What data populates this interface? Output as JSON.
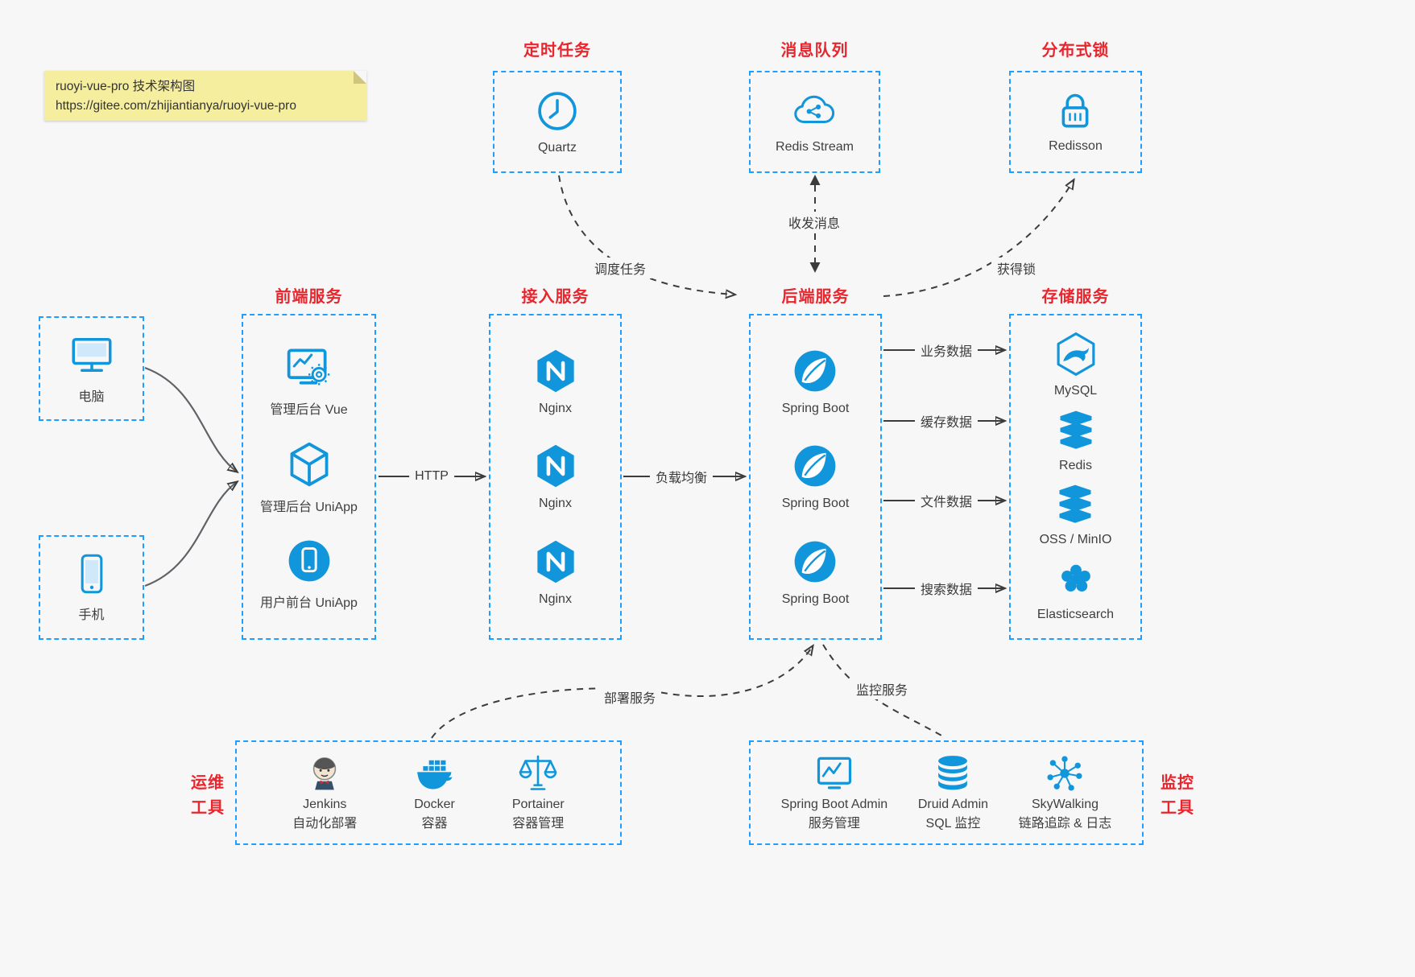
{
  "note": {
    "title": "ruoyi-vue-pro 技术架构图",
    "url": "https://gitee.com/zhijiantianya/ruoyi-vue-pro"
  },
  "top": {
    "scheduler": {
      "title": "定时任务",
      "label": "Quartz"
    },
    "mq": {
      "title": "消息队列",
      "label": "Redis Stream"
    },
    "lock": {
      "title": "分布式锁",
      "label": "Redisson"
    }
  },
  "clients": {
    "pc": {
      "label": "电脑"
    },
    "phone": {
      "label": "手机"
    }
  },
  "groups": {
    "frontend": {
      "title": "前端服务",
      "items": [
        {
          "label": "管理后台 Vue"
        },
        {
          "label": "管理后台 UniApp"
        },
        {
          "label": "用户前台 UniApp"
        }
      ]
    },
    "gateway": {
      "title": "接入服务",
      "items": [
        {
          "label": "Nginx"
        },
        {
          "label": "Nginx"
        },
        {
          "label": "Nginx"
        }
      ]
    },
    "backend": {
      "title": "后端服务",
      "items": [
        {
          "label": "Spring Boot"
        },
        {
          "label": "Spring Boot"
        },
        {
          "label": "Spring Boot"
        }
      ]
    },
    "storage": {
      "title": "存储服务",
      "items": [
        {
          "label": "MySQL"
        },
        {
          "label": "Redis"
        },
        {
          "label": "OSS / MinIO"
        },
        {
          "label": "Elasticsearch"
        }
      ]
    }
  },
  "ops": {
    "side": {
      "line1": "运维",
      "line2": "工具"
    },
    "items": [
      {
        "name": "Jenkins",
        "desc": "自动化部署"
      },
      {
        "name": "Docker",
        "desc": "容器"
      },
      {
        "name": "Portainer",
        "desc": "容器管理"
      }
    ]
  },
  "monitorTools": {
    "side": {
      "line1": "监控",
      "line2": "工具"
    },
    "items": [
      {
        "name": "Spring Boot Admin",
        "desc": "服务管理"
      },
      {
        "name": "Druid Admin",
        "desc": "SQL 监控"
      },
      {
        "name": "SkyWalking",
        "desc": "链路追踪 & 日志"
      }
    ]
  },
  "edges": {
    "http": "HTTP",
    "load_balance": "负载均衡",
    "business_data": "业务数据",
    "cache_data": "缓存数据",
    "file_data": "文件数据",
    "search_data": "搜索数据",
    "schedule_task": "调度任务",
    "send_receive_msg": "收发消息",
    "acquire_lock": "获得锁",
    "deploy_service": "部署服务",
    "monitor_service": "监控服务"
  },
  "colors": {
    "accent_blue": "#1296db",
    "border_blue": "#1e9fff",
    "title_red": "#e8262d",
    "note_yellow": "#f5ee9e"
  }
}
